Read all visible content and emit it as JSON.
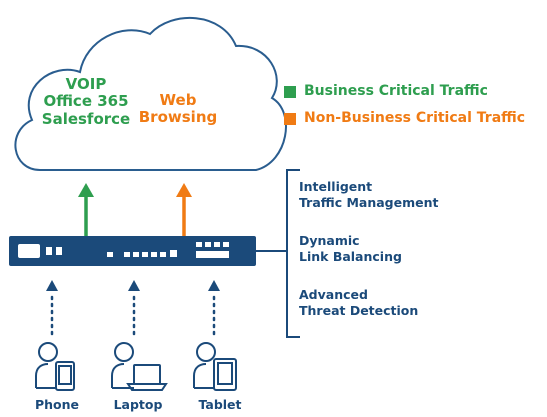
{
  "cloud": {
    "business_apps": [
      "VOIP",
      "Office 365",
      "Salesforce"
    ],
    "web_browsing": [
      "Web",
      "Browsing"
    ]
  },
  "legend": {
    "business": {
      "label": "Business Critical Traffic",
      "color": "#2e9e4f"
    },
    "non_business": {
      "label": "Non-Business Critical Traffic",
      "color": "#f07b14"
    }
  },
  "features": [
    [
      "Intelligent",
      "Traffic Management"
    ],
    [
      "Dynamic",
      "Link Balancing"
    ],
    [
      "Advanced",
      "Threat Detection"
    ]
  ],
  "devices": [
    {
      "label": "Phone",
      "icon": "phone-user-icon"
    },
    {
      "label": "Laptop",
      "icon": "laptop-user-icon"
    },
    {
      "label": "Tablet",
      "icon": "tablet-user-icon"
    }
  ],
  "colors": {
    "navy": "#1b4a7a",
    "cloud_stroke": "#2a5d8f",
    "green": "#2e9e4f",
    "orange": "#f07b14"
  }
}
